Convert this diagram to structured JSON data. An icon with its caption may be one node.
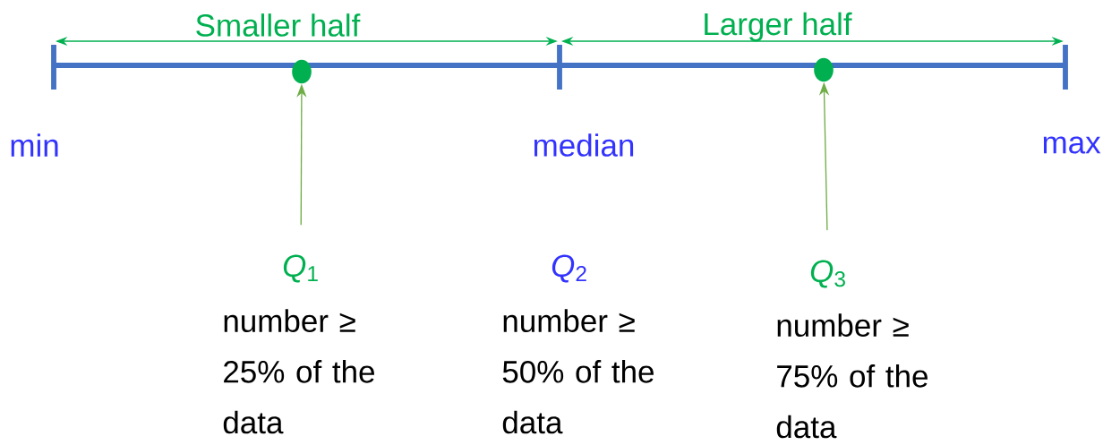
{
  "diagram": {
    "nodes": [
      {
        "text": [],
        "shape": "circle"
      },
      {
        "text": [],
        "shape": "circle"
      },
      {
        "text": [
          "*Q*$_{1}$"
        ],
        "beside": [
          "number ≥ 25% of the data"
        ]
      },
      {
        "text": [
          "*Q*$_{3}$"
        ],
        "beside": [
          "number ≥ 75% of the data"
        ]
      }
    ],
    "edges": [
      {
        "from": 2,
        "to": 0,
        "arrow": "to"
      },
      {
        "from": 3,
        "to": 1,
        "arrow": "to"
      }
    ],
    "labels": [
      "Smaller half",
      "Larger half",
      "min",
      "median",
      "max",
      "*Q*$_{2}$",
      "number ≥ 50% of the data"
    ]
  }
}
